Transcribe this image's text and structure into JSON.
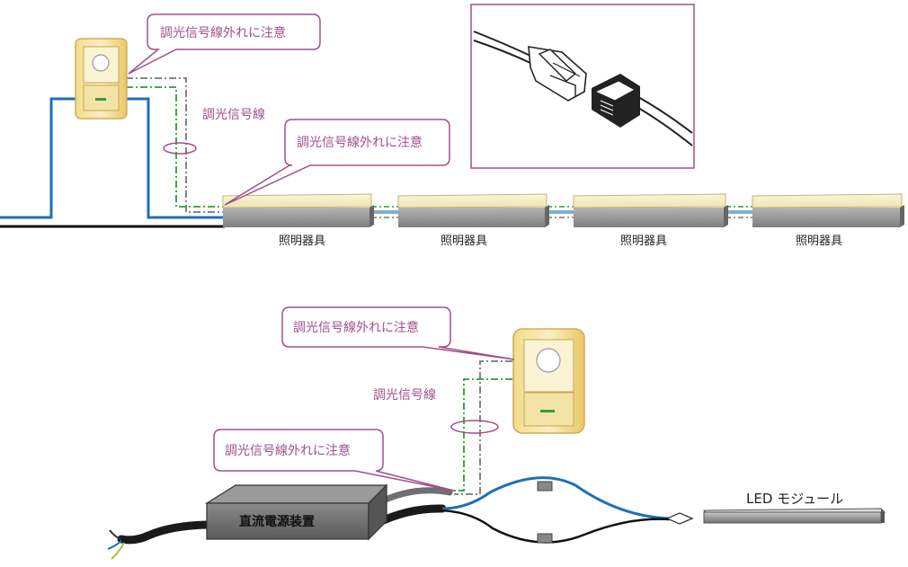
{
  "callouts": {
    "warning": "調光信号線外れに注意",
    "signal_line": "調光信号線"
  },
  "labels": {
    "fixture": "照明器具",
    "power_supply": "直流電源装置",
    "led_module": "LED モジュール"
  },
  "colors": {
    "callout_border": "#a0508a",
    "callout_text": "#a0508a",
    "power_line": "#1e6fb8",
    "signal_green": "#2e9b3a",
    "signal_gray": "#777777",
    "fixture_top": "#f6efc8",
    "fixture_body": "#9a9a9a"
  }
}
